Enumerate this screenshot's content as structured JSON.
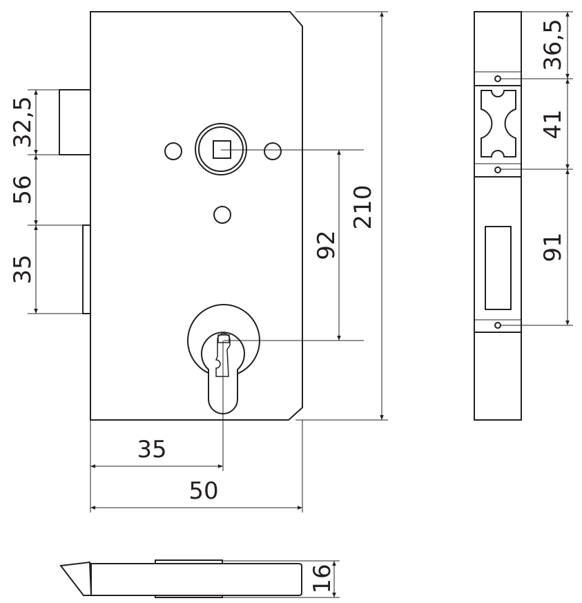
{
  "title": "Mortise lock technical drawing",
  "dimensions": {
    "latch_height": "32,5",
    "latch_to_deadbolt": "56",
    "deadbolt_height": "35",
    "follower_to_cylinder": "92",
    "total_height": "210",
    "backset": "35",
    "case_width": "50",
    "faceplate_top": "36,5",
    "faceplate_latch_window": "41",
    "faceplate_deadbolt_section": "91",
    "thickness": "16"
  },
  "colors": {
    "line": "#231f20",
    "background": "#ffffff"
  }
}
